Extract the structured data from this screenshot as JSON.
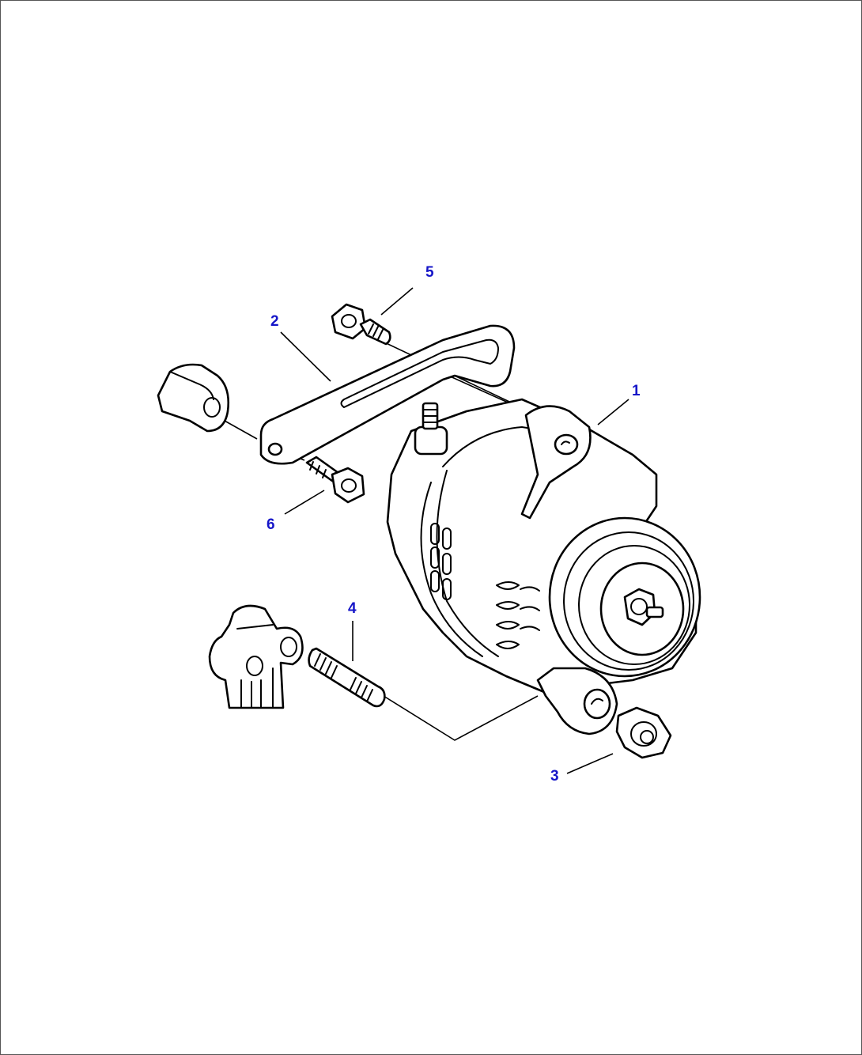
{
  "accent_color": "#1515c8",
  "callouts": [
    {
      "id": "callout-1",
      "label": "1"
    },
    {
      "id": "callout-2",
      "label": "2"
    },
    {
      "id": "callout-3",
      "label": "3"
    },
    {
      "id": "callout-4",
      "label": "4"
    },
    {
      "id": "callout-5",
      "label": "5"
    },
    {
      "id": "callout-6",
      "label": "6"
    }
  ]
}
